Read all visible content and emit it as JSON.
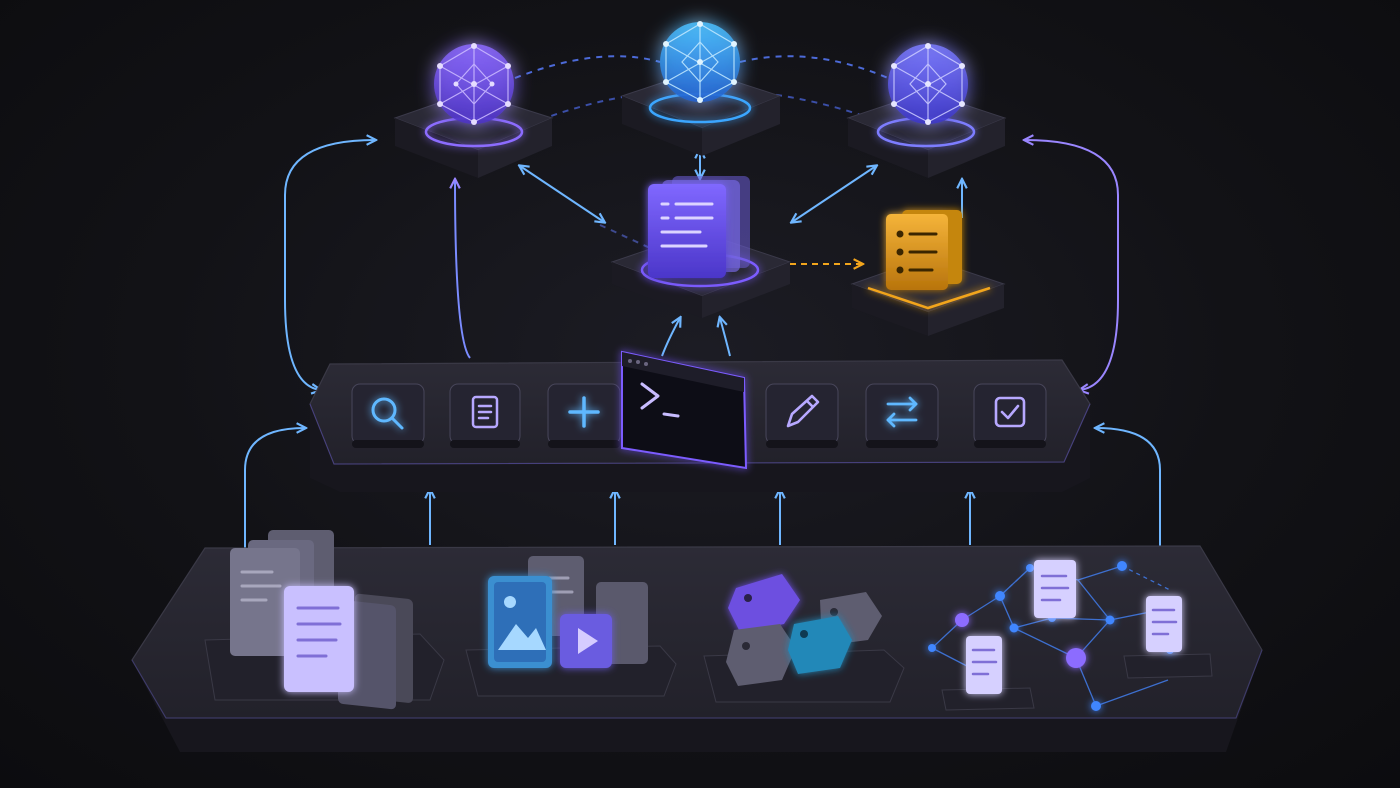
{
  "colors": {
    "background": "#111115",
    "accent_blue": "#4aa8ff",
    "accent_violet": "#7b5cff",
    "accent_purple": "#9b7bff",
    "accent_orange": "#f2a51c",
    "platform": "#24232d",
    "tile": "#2b2a36"
  },
  "models": [
    {
      "id": "model-left",
      "icon": "network-sphere-icon",
      "color": "#7b5cff"
    },
    {
      "id": "model-center",
      "icon": "network-sphere-icon",
      "color": "#3aa6ff"
    },
    {
      "id": "model-right",
      "icon": "network-sphere-icon",
      "color": "#6a6aff"
    }
  ],
  "hub": {
    "icon": "document-stack-icon",
    "color": "#7b5cff"
  },
  "task_list": {
    "icon": "checklist-scroll-icon",
    "color": "#f2a51c"
  },
  "toolbar": {
    "tools": [
      {
        "id": "search",
        "icon": "search-icon"
      },
      {
        "id": "document",
        "icon": "document-icon"
      },
      {
        "id": "add",
        "icon": "plus-icon"
      },
      {
        "id": "terminal",
        "icon": "terminal-icon"
      },
      {
        "id": "edit",
        "icon": "pencil-icon"
      },
      {
        "id": "transfer",
        "icon": "swap-arrows-icon"
      },
      {
        "id": "verify",
        "icon": "checkbox-icon"
      }
    ]
  },
  "sources": [
    {
      "id": "documents",
      "icon": "document-stack-icon"
    },
    {
      "id": "media",
      "icon": "image-video-icon"
    },
    {
      "id": "tags",
      "icon": "tag-icon"
    },
    {
      "id": "knowledge-graph",
      "icon": "knowledge-graph-icon"
    }
  ]
}
